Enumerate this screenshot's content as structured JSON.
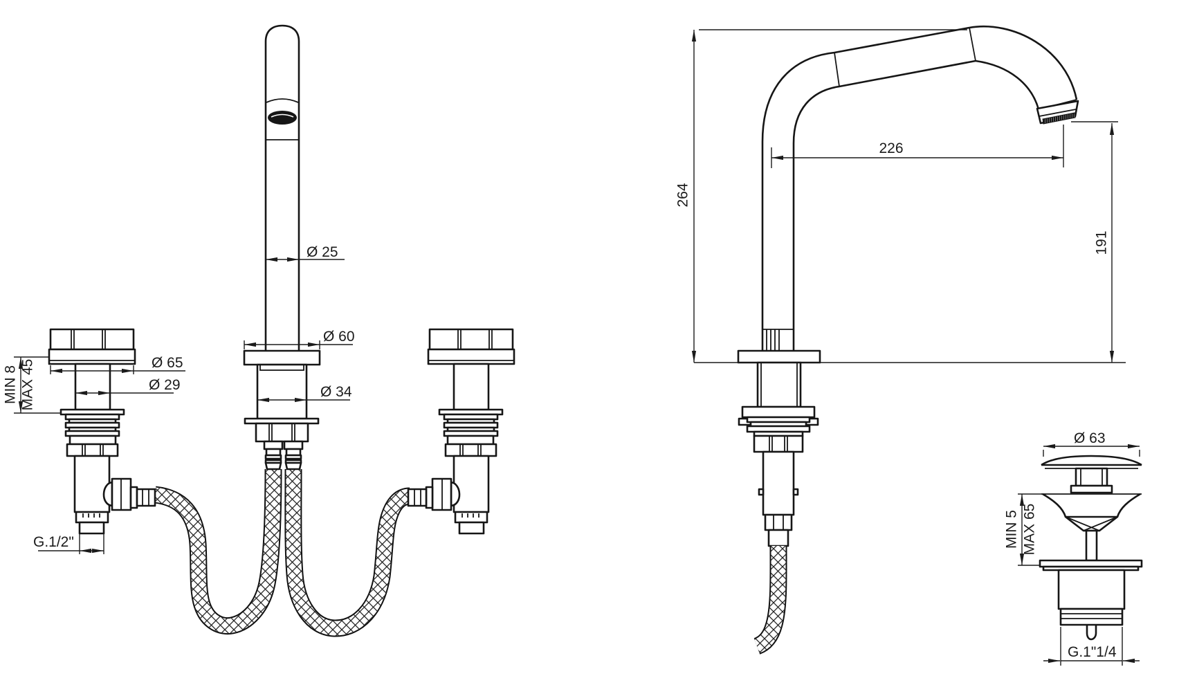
{
  "drawing": {
    "front": {
      "spout_tube": "Ø 25",
      "spout_flange": "Ø 60",
      "spout_body": "Ø 34",
      "handle": "Ø 65",
      "handle_stem": "Ø 29",
      "deck_min": "MIN 8",
      "deck_max": "MAX 45",
      "valve_thread": "G.1/2\""
    },
    "side": {
      "total_height": "264",
      "spout_reach": "226",
      "outlet_height": "191"
    },
    "drain": {
      "cap_diameter": "Ø 63",
      "deck_min": "MIN 5",
      "deck_max": "MAX 65",
      "thread": "G.1\"1/4"
    },
    "colors": {
      "line": "#1b1b1b",
      "background": "#ffffff"
    }
  }
}
